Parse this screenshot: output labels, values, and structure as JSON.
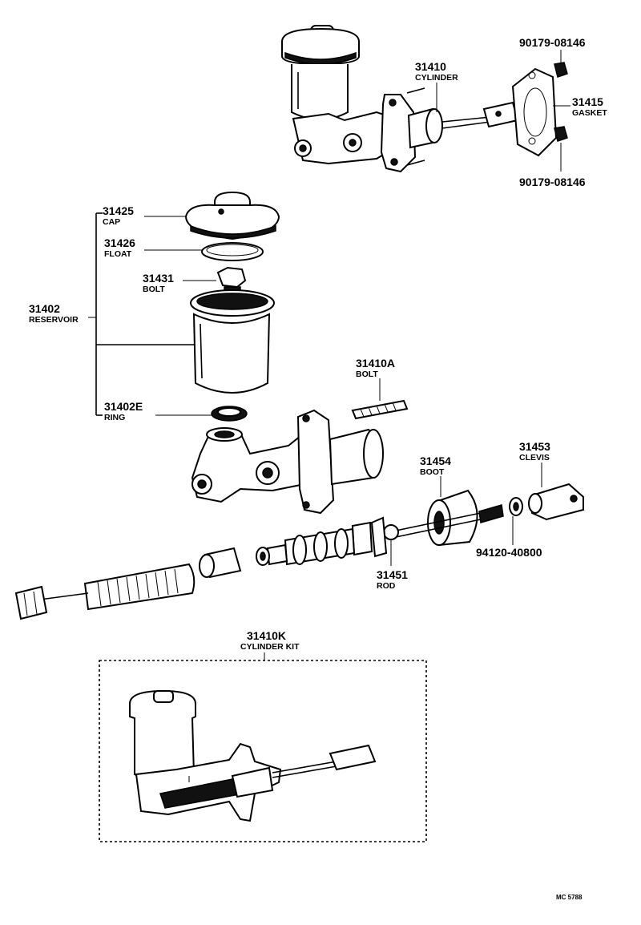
{
  "labels": {
    "cylinder": {
      "num": "31410",
      "name": "CYLINDER"
    },
    "bolt_top_1": {
      "num": "90179-08146"
    },
    "gasket": {
      "num": "31415",
      "name": "GASKET"
    },
    "bolt_top_2": {
      "num": "90179-08146"
    },
    "cap": {
      "num": "31425",
      "name": "CAP"
    },
    "float": {
      "num": "31426",
      "name": "FLOAT"
    },
    "bolt_31431": {
      "num": "31431",
      "name": "BOLT"
    },
    "reservoir": {
      "num": "31402",
      "name": "RESERVOIR"
    },
    "ring": {
      "num": "31402E",
      "name": "RING"
    },
    "bolt_31410a": {
      "num": "31410A",
      "name": "BOLT"
    },
    "boot": {
      "num": "31454",
      "name": "BOOT"
    },
    "clevis": {
      "num": "31453",
      "name": "CLEVIS"
    },
    "nut": {
      "num": "94120-40800"
    },
    "rod": {
      "num": "31451",
      "name": "ROD"
    },
    "cylinder_kit": {
      "num": "31410K",
      "name": "CYLINDER KIT"
    }
  },
  "footer": {
    "code": "MC 5788"
  }
}
